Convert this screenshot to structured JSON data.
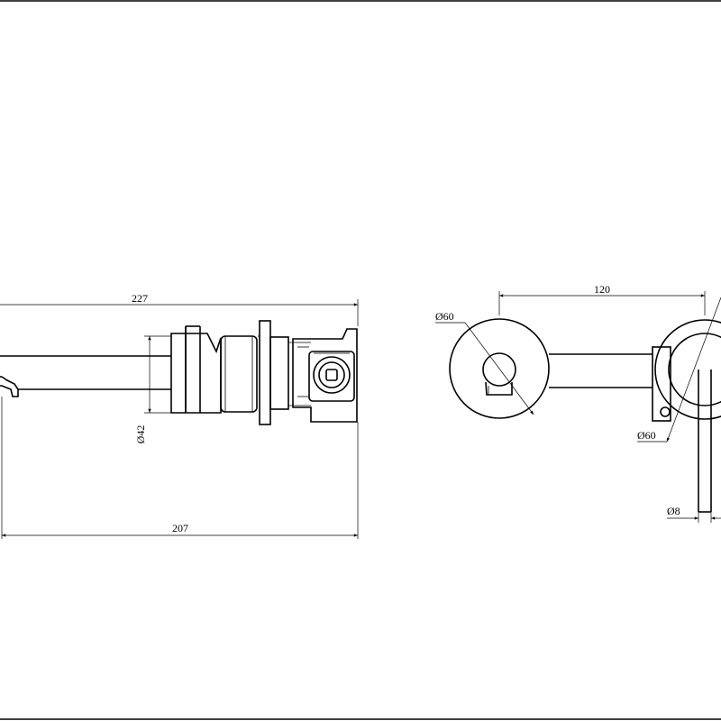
{
  "side_view": {
    "dim_overall_length": "227",
    "dim_spout_length": "207",
    "dim_body_diameter": "Ø42"
  },
  "front_view": {
    "dim_centre_distance": "120",
    "dim_spout_plate_diameter": "Ø60",
    "dim_mixer_plate_diameter": "Ø60",
    "dim_lever_diameter": "Ø8"
  }
}
